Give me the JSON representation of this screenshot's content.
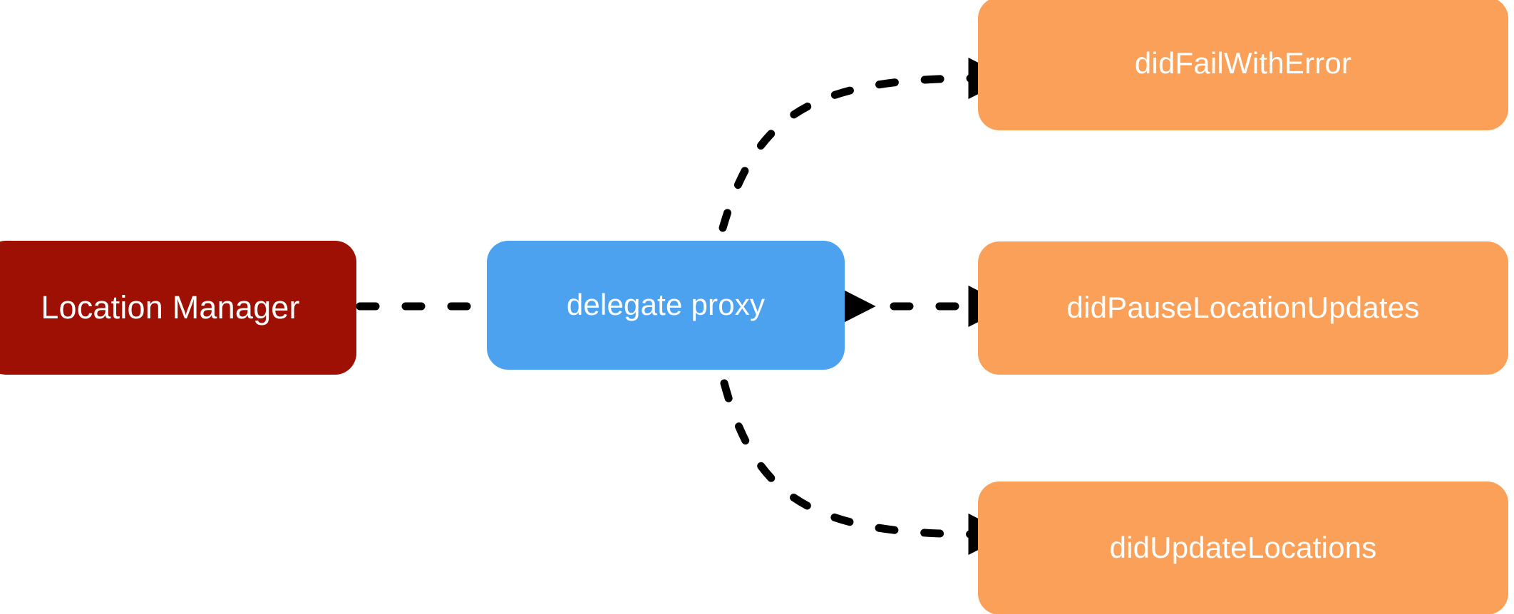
{
  "diagram": {
    "title": "Location Manager delegate proxy fan-out",
    "type": "flow-diagram",
    "background": "#ffffff",
    "edge_style": {
      "stroke": "#000000",
      "dash": "dashed",
      "arrowhead": "filled-triangle",
      "width": 10
    },
    "nodes": [
      {
        "id": "location-manager",
        "label": "Location Manager",
        "fill": "#9e1003",
        "text_color": "#ffffff",
        "role": "source"
      },
      {
        "id": "delegate-proxy",
        "label": "delegate proxy",
        "fill": "#4da2f0",
        "text_color": "#ffffff",
        "role": "intermediate"
      },
      {
        "id": "did-fail-with-error",
        "label": "didFailWithError",
        "fill": "#faa059",
        "text_color": "#ffffff",
        "role": "target"
      },
      {
        "id": "did-pause-location-updates",
        "label": "didPauseLocationUpdates",
        "fill": "#faa059",
        "text_color": "#ffffff",
        "role": "target"
      },
      {
        "id": "did-update-locations",
        "label": "didUpdateLocations",
        "fill": "#faa059",
        "text_color": "#ffffff",
        "role": "target"
      }
    ],
    "edges": [
      {
        "id": "edge-manager-to-proxy",
        "from": "location-manager",
        "to": "delegate-proxy",
        "shape": "straight"
      },
      {
        "id": "edge-proxy-to-fail",
        "from": "delegate-proxy",
        "to": "did-fail-with-error",
        "shape": "curve-up"
      },
      {
        "id": "edge-proxy-to-pause",
        "from": "delegate-proxy",
        "to": "did-pause-location-updates",
        "shape": "straight"
      },
      {
        "id": "edge-proxy-to-update",
        "from": "delegate-proxy",
        "to": "did-update-locations",
        "shape": "curve-down"
      }
    ]
  }
}
